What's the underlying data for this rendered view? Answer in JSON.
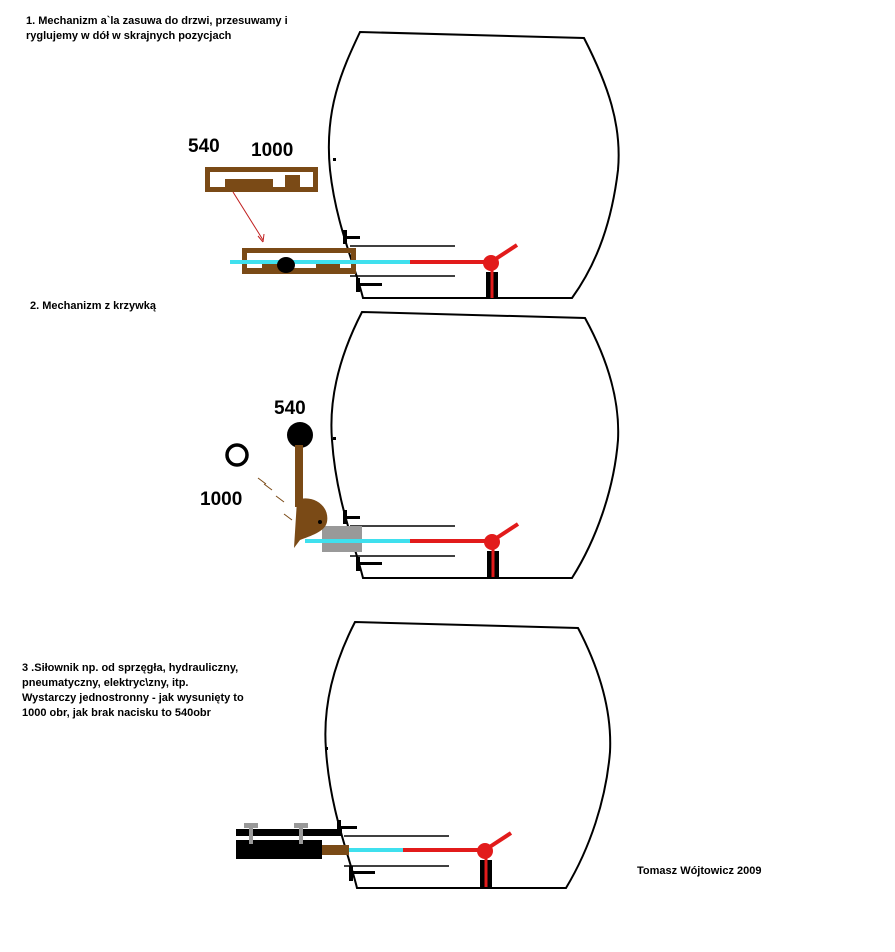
{
  "captions": {
    "mechanism_1": "1. Mechanizm a`la zasuwa do drzwi, przesuwamy i\nryglujemy w dół w skrajnych pozycjach",
    "mechanism_2": "2. Mechanizm z krzywką",
    "mechanism_3": "3 .Siłownik np. od sprzęgła, hydrauliczny,\npneumatyczny, elektryc\\zny, itp.\nWystarczy jednostronny - jak wysunięty to\n1000 obr, jak brak nacisku to 540obr"
  },
  "labels": {
    "m1_540": "540",
    "m1_1000": "1000",
    "m2_540": "540",
    "m2_1000": "1000"
  },
  "author": "Tomasz Wójtowicz 2009",
  "colors": {
    "brown": "#7a4a16",
    "cyan": "#3fe0ee",
    "red": "#e21b1b",
    "gray": "#999999",
    "black": "#000000"
  }
}
